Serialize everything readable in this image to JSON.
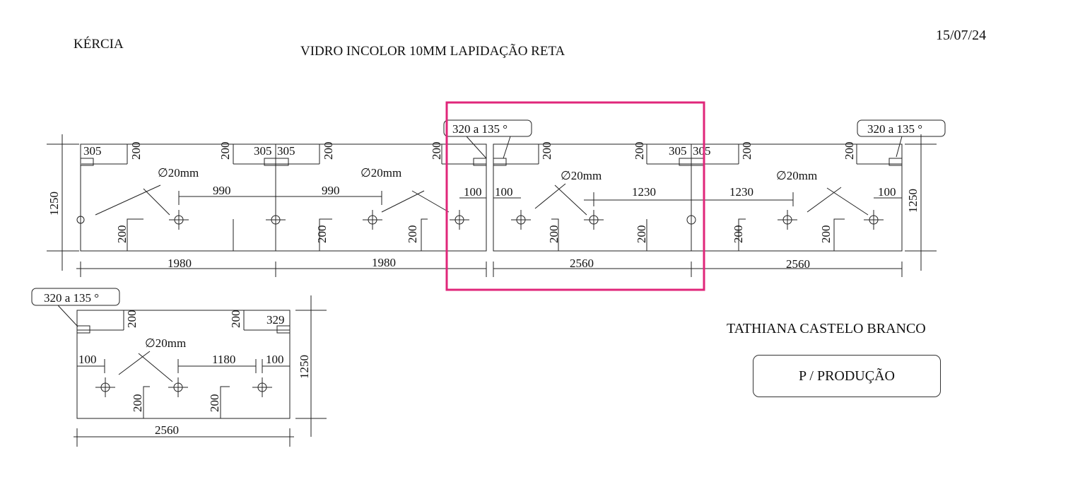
{
  "header": {
    "client": "KÉRCIA",
    "title": "VIDRO INCOLOR 10MM  LAPIDAÇÃO RETA",
    "date": "15/07/24"
  },
  "customer": "TATHIANA CASTELO BRANCO",
  "status": "P / PRODUÇÃO",
  "drawing": {
    "angle_note": "320 a 135 °",
    "hole_note": "∅20mm",
    "dims": {
      "d305": "305",
      "d200": "200",
      "d990": "990",
      "d100": "100",
      "d1230": "1230",
      "d1180": "1180",
      "d329": "329",
      "d1250": "1250",
      "d1980": "1980",
      "d2560": "2560"
    }
  },
  "colors": {
    "highlight": "#e0267a",
    "line": "#222222"
  }
}
